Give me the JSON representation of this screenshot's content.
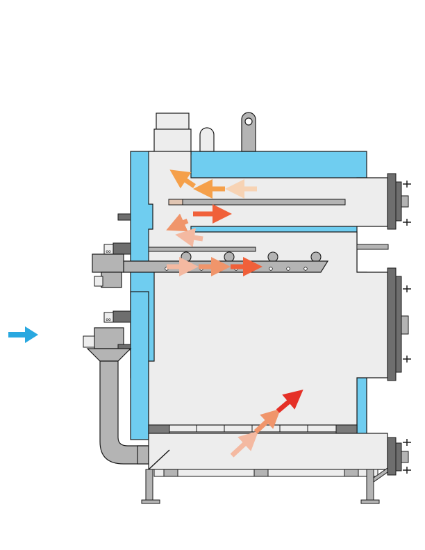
{
  "diagram": {
    "colors": {
      "water_jacket": "#6fcdf0",
      "outline": "#1a1a1a",
      "chamber": "#ededed",
      "steel": "#b4b4b4",
      "steel_dark": "#6e6e6e",
      "grate_block": "#7a7a7a",
      "air_arrow": "#29a8e0",
      "flame_hot": "#e53027",
      "flame_mid": "#f0603a",
      "flame_orange": "#f0956b",
      "flame_light": "#f4b9a1",
      "gas_orange": "#f5a04a",
      "gas_light": "#f7d3b4"
    },
    "components": [
      "air-inlet-arrow",
      "water-jacket",
      "combustion-chamber",
      "flue-outlet",
      "burner-assembly",
      "air-duct",
      "grate",
      "fire-tubes",
      "cleaning-doors",
      "support-legs"
    ]
  }
}
